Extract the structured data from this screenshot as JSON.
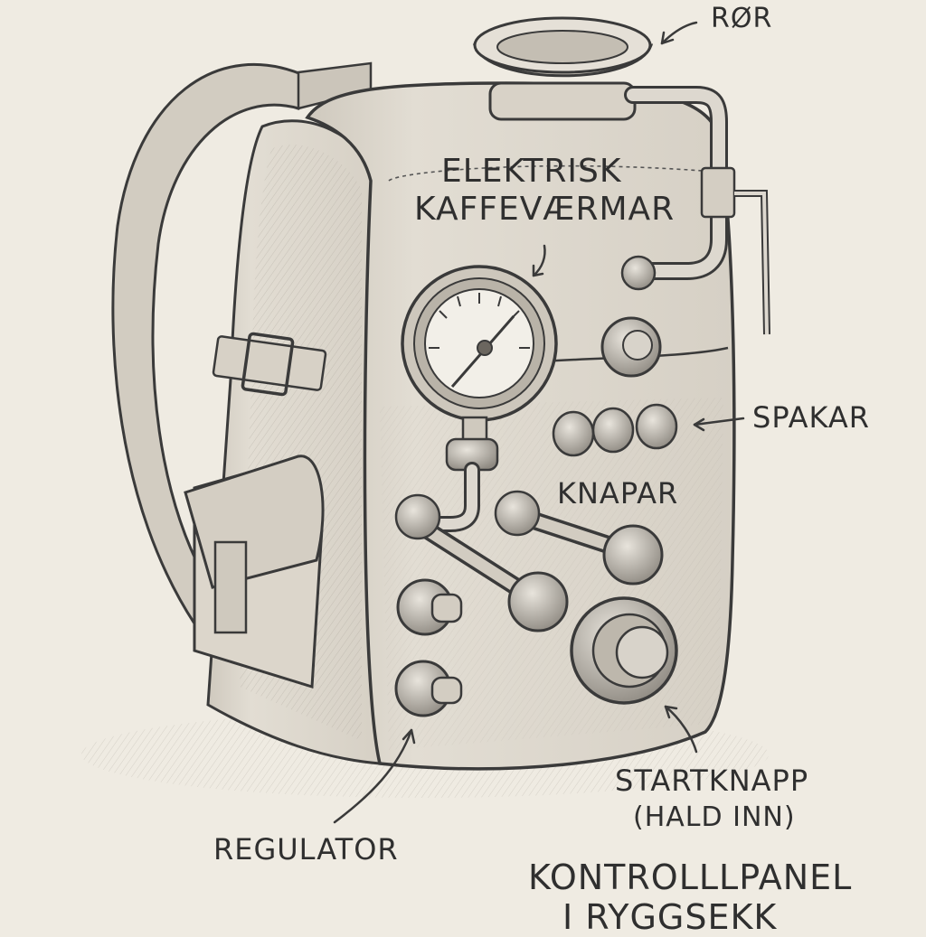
{
  "labels": {
    "ror": "RØR",
    "device_line1": "ELEKTRISK",
    "device_line2": "KAFFEVÆRMAR",
    "spakar": "SPAKAR",
    "knapar": "KNAPAR",
    "startknapp": "STARTKNAPP",
    "startknapp_note": "(HALD INN)",
    "regulator": "REGULATOR",
    "title_line1": "KONTROLLLPANEL",
    "title_line2": "I RYGGSEKK"
  },
  "colors": {
    "paper": "#efebe2",
    "pencil": "#3a3a3a",
    "shade": "#b9b3a8",
    "fabric": "#d8d3c8"
  },
  "icons": {
    "gauge": "pressure-gauge-icon",
    "funnel": "funnel-icon"
  }
}
